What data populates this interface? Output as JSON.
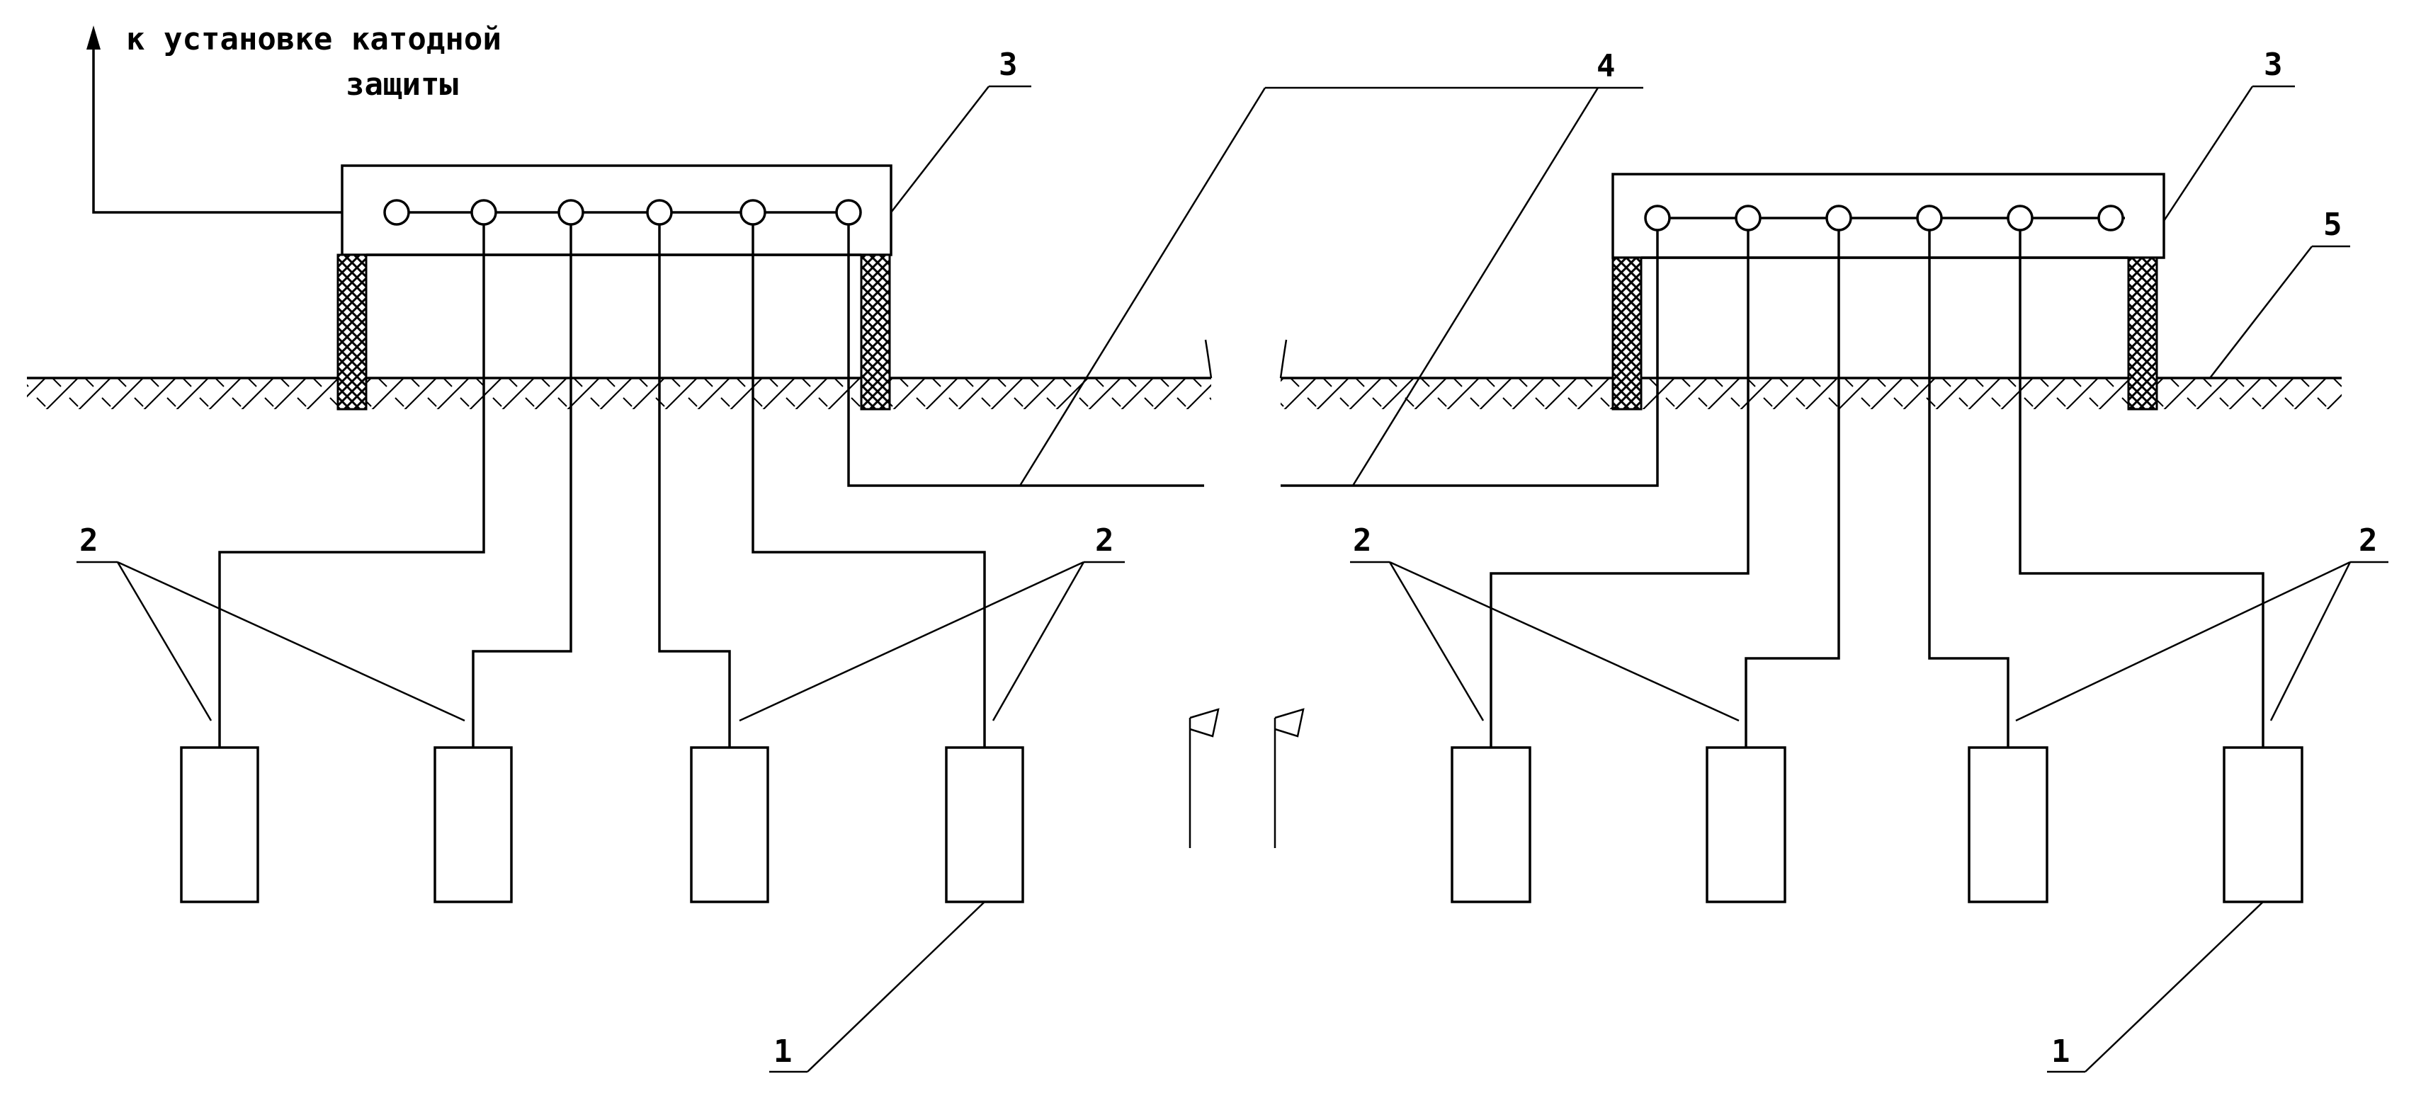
{
  "diagram": {
    "caption_line1": "к установке катодной",
    "caption_line2": "защиты",
    "callouts": {
      "anode": "1",
      "anode_cable": "2",
      "control_point": "3",
      "interconnect_cable": "4",
      "ground_surface": "5"
    },
    "groups": [
      {
        "name": "left",
        "terminals": 6,
        "anodes": 4
      },
      {
        "name": "right",
        "terminals": 6,
        "anodes": 4
      }
    ],
    "colors": {
      "line": "#000000",
      "background": "#ffffff"
    }
  }
}
